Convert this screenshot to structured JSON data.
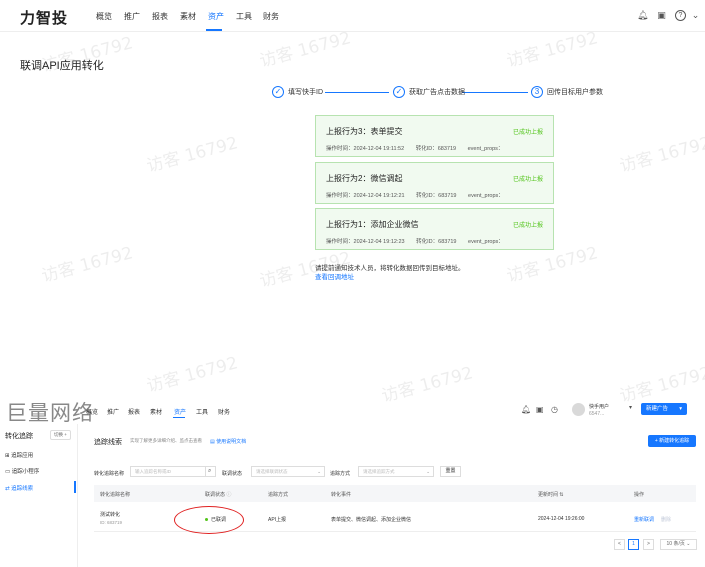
{
  "top": {
    "logo": "力智投",
    "nav": [
      "概览",
      "推广",
      "报表",
      "素材",
      "资产",
      "工具",
      "财务"
    ],
    "nav_active": "资产",
    "icons": [
      "bell-icon",
      "message-icon",
      "help-icon"
    ],
    "page_title": "联调API应用转化",
    "steps": [
      {
        "label": "填写快手ID"
      },
      {
        "label": "获取广告点击数据"
      },
      {
        "label": "回传目标用户参数",
        "index": "3"
      }
    ],
    "cards": [
      {
        "title": "上报行为3：表单提交",
        "status": "已成功上报",
        "time_label": "操作时间：",
        "time": "2024-12-04 19:11:52",
        "conv_label": "转化ID：",
        "conv_id": "683719",
        "props": "event_props："
      },
      {
        "title": "上报行为2：微信调起",
        "status": "已成功上报",
        "time_label": "操作时间：",
        "time": "2024-12-04 19:12:21",
        "conv_label": "转化ID：",
        "conv_id": "683719",
        "props": "event_props："
      },
      {
        "title": "上报行为1：添加企业微信",
        "status": "已成功上报",
        "time_label": "操作时间：",
        "time": "2024-12-04 19:12:23",
        "conv_label": "转化ID：",
        "conv_id": "683719",
        "props": "event_props："
      }
    ],
    "note": "请提前通知技术人员，将转化数据回传到目标地址。",
    "note_link": "查看回调地址"
  },
  "watermark": "访客 16792",
  "bottom": {
    "brand": "巨量网络",
    "nav": [
      "概览",
      "推广",
      "报表",
      "素材",
      "资产",
      "工具",
      "财务"
    ],
    "nav_active": "资产",
    "user_name": "快手用户",
    "user_id": "6547...",
    "new_ad_button": "新建广告",
    "sidebar_title": "转化追踪",
    "sidebar_pill": "切换 +",
    "sidebar_items": [
      "追踪应用",
      "追踪小程序",
      "追踪线索"
    ],
    "main_title": "追踪线索",
    "main_desc": "实现了解更多详细介绍、监点击查看",
    "main_link": "使用说明文档",
    "new_conversion_button": "+ 新建转化追踪",
    "filters": {
      "name_label": "转化追踪名称",
      "name_placeholder": "输入追踪名称或ID",
      "status_label": "联调状态",
      "status_placeholder": "请选择联调状态",
      "method_label": "追踪方式",
      "method_placeholder": "请选择追踪方式",
      "reset": "重置"
    },
    "table": {
      "headers": [
        "转化追踪名称",
        "联调状态",
        "追踪方式",
        "转化事件",
        "更新时间",
        "操作"
      ],
      "rows": [
        {
          "name": "测试转化",
          "id": "ID: 683719",
          "status": "已联调",
          "method": "API上报",
          "events": "表单提交、微信调起、添加企业微信",
          "updated": "2024-12-04 19:26:00",
          "action": "重新联调",
          "action2": "删除"
        }
      ]
    },
    "pagination": {
      "prev": "<",
      "page": "1",
      "next": ">",
      "page_size": "10 条/页"
    }
  }
}
